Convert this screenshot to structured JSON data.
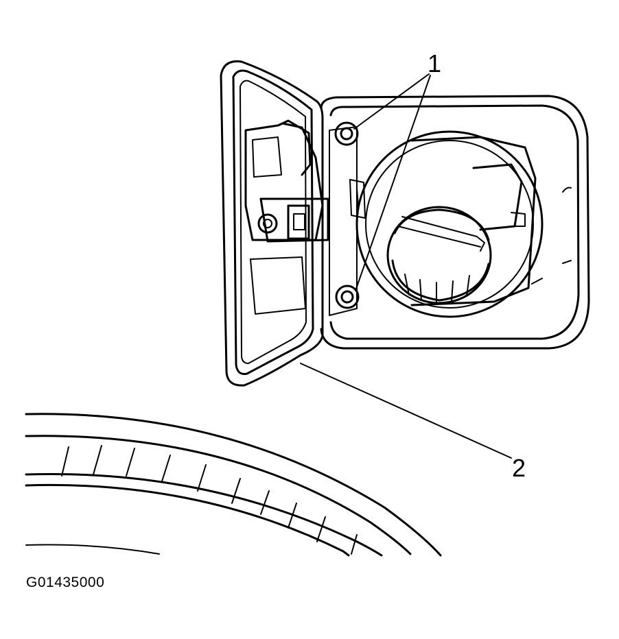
{
  "callouts": [
    {
      "number": "1"
    },
    {
      "number": "2"
    }
  ],
  "figure_id": "G01435000",
  "colors": {
    "line": "#000000",
    "background": "#ffffff"
  }
}
